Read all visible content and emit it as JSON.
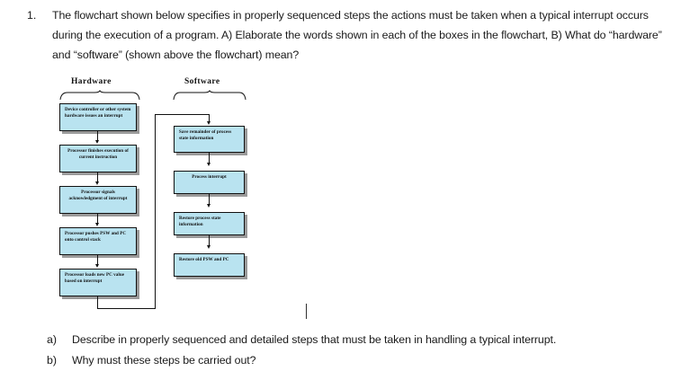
{
  "question": {
    "number": "1.",
    "text": "The flowchart shown below specifies in properly sequenced steps the actions must be taken when a typical interrupt occurs during the execution of a program. A) Elaborate the words shown in each of the boxes in the flowchart, B) What do “hardware” and “software” (shown above the flowchart) mean?"
  },
  "flowchart": {
    "column_labels": {
      "hardware": "Hardware",
      "software": "Software"
    },
    "colors": {
      "box_fill": "#b9e3f0",
      "box_border": "#111111",
      "box_shadow": "#9a9a9a",
      "connector": "#111111"
    },
    "hardware_steps": [
      "Device controller or other system hardware issues an interrupt",
      "Processor finishes execution of current instruction",
      "Processor signals acknowledgment of interrupt",
      "Processor pushes PSW and PC onto control stack",
      "Processor loads new PC value based on interrupt"
    ],
    "software_steps": [
      "Save remainder of process state information",
      "Process interrupt",
      "Restore process state information",
      "Restore old PSW and PC"
    ]
  },
  "sub_questions": [
    {
      "marker": "a)",
      "text": "Describe in properly sequenced and detailed steps that must be taken in handling a typical interrupt."
    },
    {
      "marker": "b)",
      "text": "Why must these steps be carried out?"
    }
  ]
}
